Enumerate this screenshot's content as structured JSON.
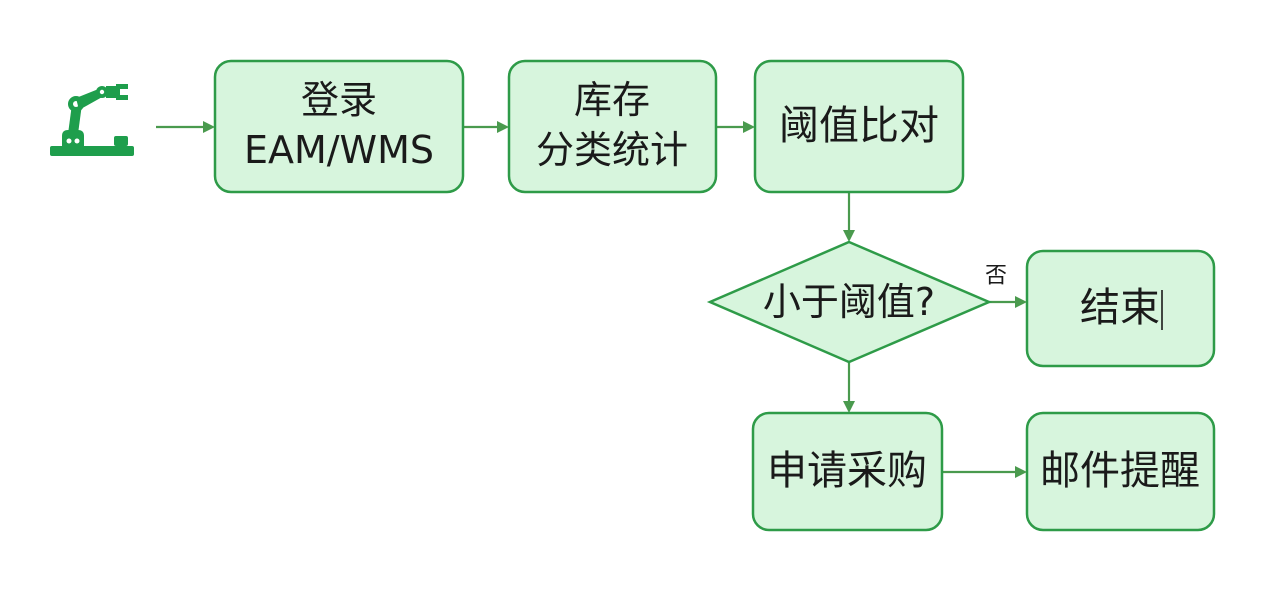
{
  "nodes": {
    "login": {
      "line1": "登录",
      "line2": "EAM/WMS"
    },
    "inventory": {
      "line1": "库存",
      "line2": "分类统计"
    },
    "threshold_compare": {
      "label": "阈值比对"
    },
    "decision": {
      "label": "小于阈值?"
    },
    "end": {
      "label": "结束"
    },
    "purchase": {
      "label": "申请采购"
    },
    "email": {
      "label": "邮件提醒"
    }
  },
  "edges": {
    "decision_no": {
      "label": "否"
    }
  },
  "icons": {
    "start": "robot-arm-icon"
  },
  "colors": {
    "node_fill": "#d7f5dd",
    "node_stroke": "#2e9b48",
    "arrow": "#4a9a4e",
    "icon": "#1e9e4c"
  }
}
